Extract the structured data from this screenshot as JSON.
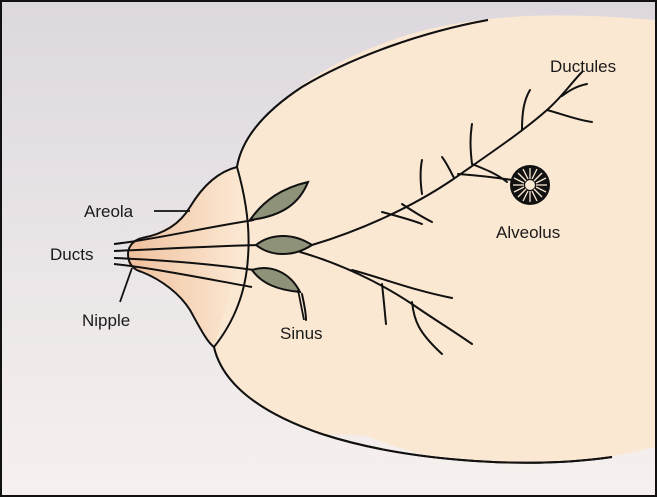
{
  "labels": {
    "ductules": "Ductules",
    "alveolus": "Alveolus",
    "areola": "Areola",
    "ducts": "Ducts",
    "nipple": "Nipple",
    "sinus": "Sinus"
  },
  "colors": {
    "background_top": "#ddd8de",
    "background_bottom": "#f6f1ee",
    "breast_fill": "#fbe8d3",
    "nipple_fill": "#f3c9a8",
    "sinus_fill": "#8e9278",
    "outline": "#111111"
  }
}
